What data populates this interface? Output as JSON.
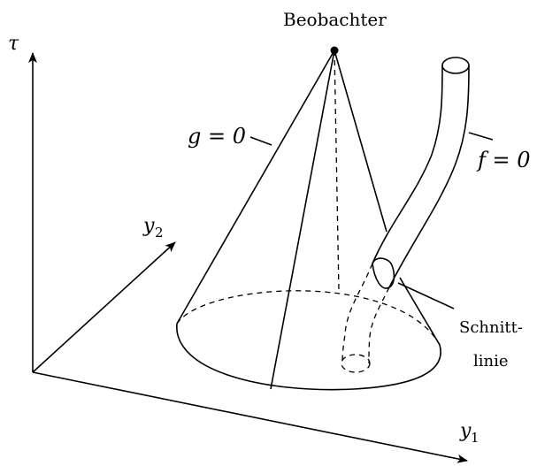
{
  "labels": {
    "observer": "Beobachter",
    "tau_axis": "τ",
    "y1_axis": "y",
    "y1_sub": "1",
    "y2_axis": "y",
    "y2_sub": "2",
    "g_eq": "g = 0",
    "f_eq": "f = 0",
    "intersection_line1": "Schnitt-",
    "intersection_line2": "linie"
  }
}
